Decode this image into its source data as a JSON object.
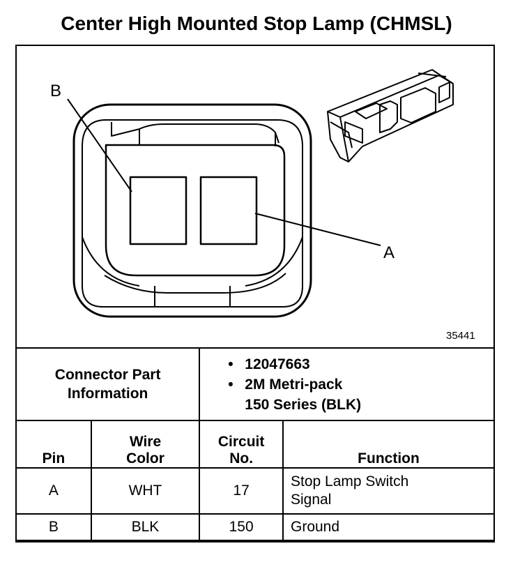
{
  "title": "Center High Mounted Stop Lamp (CHMSL)",
  "figure_id": "35441",
  "callouts": {
    "a": "A",
    "b": "B"
  },
  "connector_info": {
    "label_line1": "Connector Part",
    "label_line2": "Information",
    "items": [
      "12047663",
      "2M Metri-pack"
    ],
    "item2_continued": "150 Series (BLK)",
    "bullet": "•"
  },
  "table": {
    "headers": {
      "pin": "Pin",
      "wire_line1": "Wire",
      "wire_line2": "Color",
      "circuit_line1": "Circuit",
      "circuit_line2": "No.",
      "function": "Function"
    },
    "rows": [
      {
        "pin": "A",
        "color": "WHT",
        "circuit": "17",
        "function_line1": "Stop Lamp Switch",
        "function_line2": "Signal"
      },
      {
        "pin": "B",
        "color": "BLK",
        "circuit": "150",
        "function_line1": "Ground",
        "function_line2": ""
      }
    ]
  }
}
